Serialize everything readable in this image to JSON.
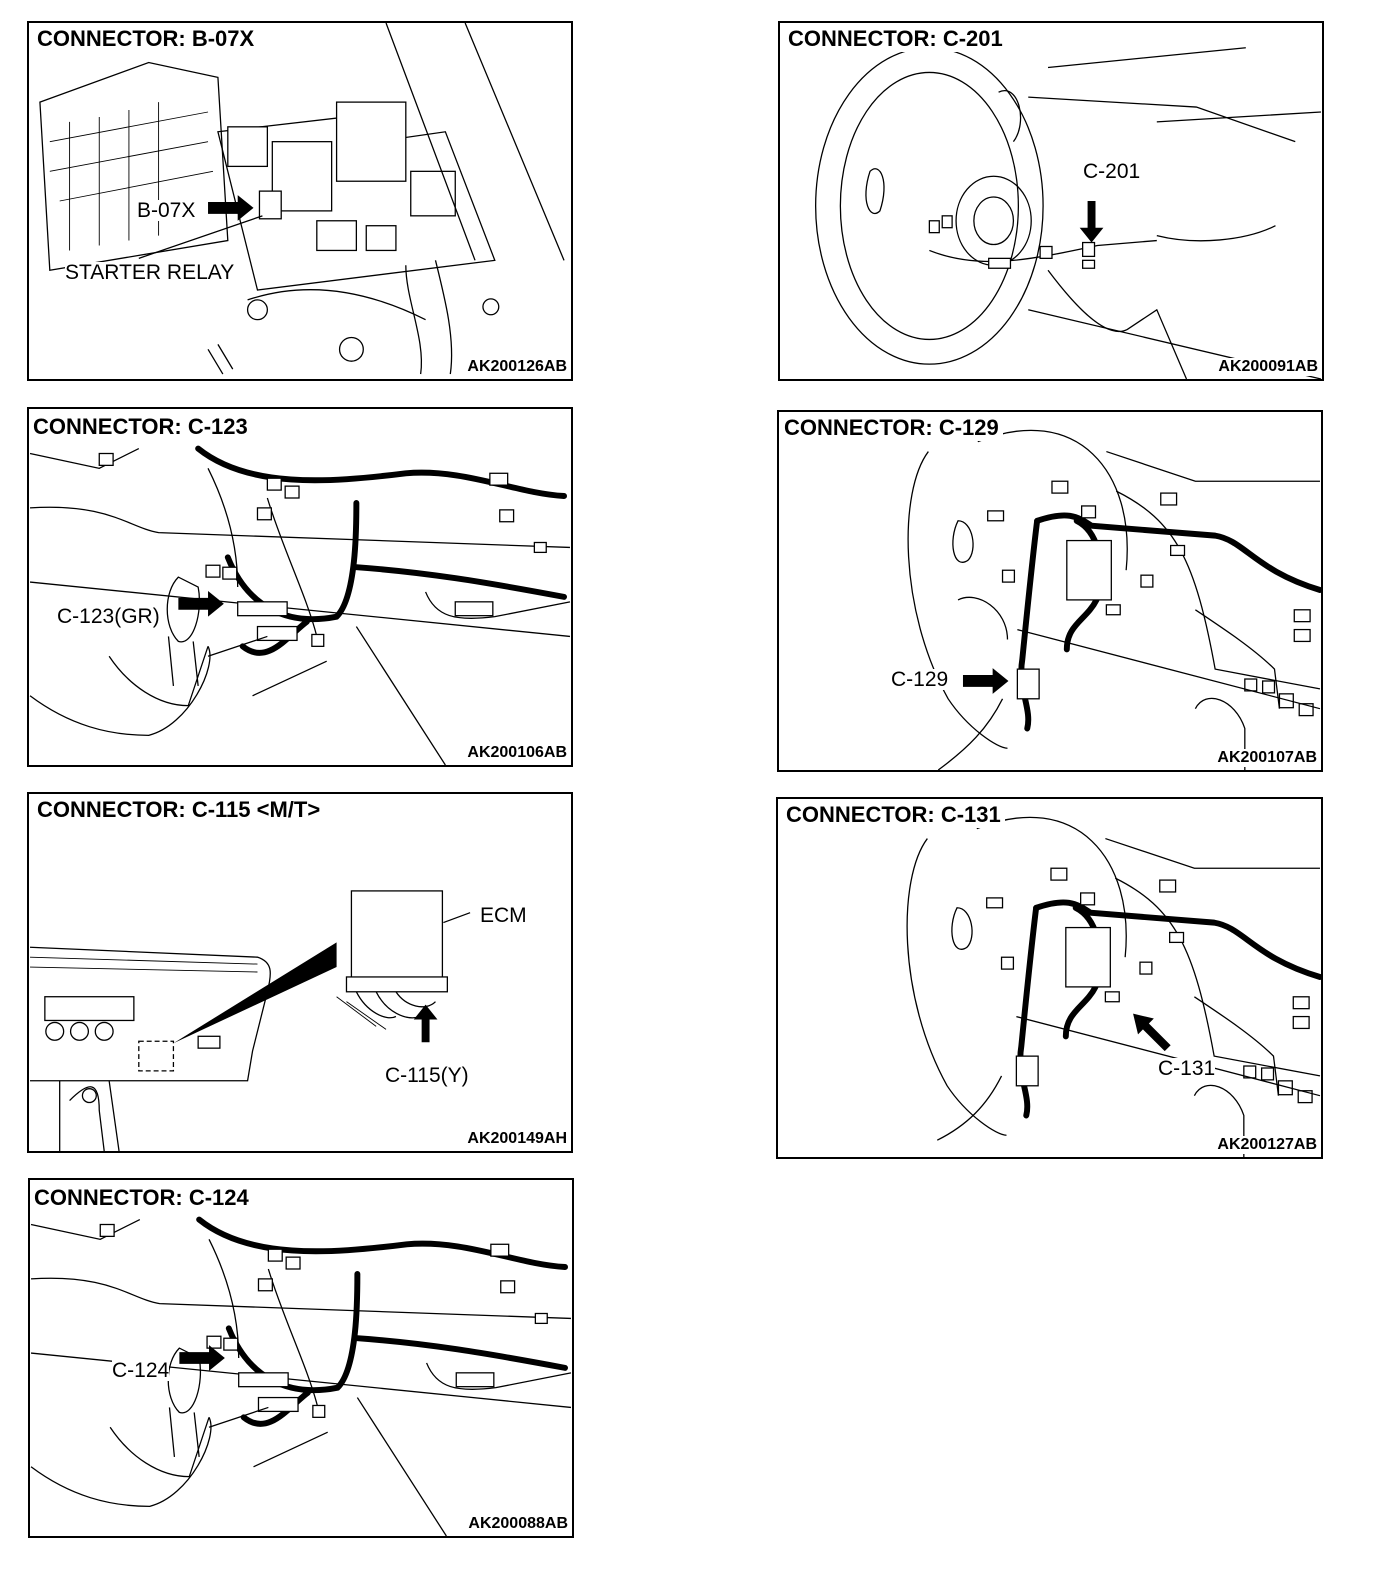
{
  "panels": [
    {
      "title": "CONNECTOR: B-07X",
      "code": "AK200126AB",
      "labels": [
        "B-07X",
        "STARTER RELAY"
      ]
    },
    {
      "title": "CONNECTOR: C-201",
      "code": "AK200091AB",
      "labels": [
        "C-201"
      ]
    },
    {
      "title": "CONNECTOR: C-123",
      "code": "AK200106AB",
      "labels": [
        "C-123(GR)"
      ]
    },
    {
      "title": "CONNECTOR: C-129",
      "code": "AK200107AB",
      "labels": [
        "C-129"
      ]
    },
    {
      "title": "CONNECTOR: C-115 <M/T>",
      "code": "AK200149AH",
      "labels": [
        "ECM",
        "C-115(Y)"
      ]
    },
    {
      "title": "CONNECTOR: C-131",
      "code": "AK200127AB",
      "labels": [
        "C-131"
      ]
    },
    {
      "title": "CONNECTOR: C-124",
      "code": "AK200088AB",
      "labels": [
        "C-124"
      ]
    }
  ]
}
